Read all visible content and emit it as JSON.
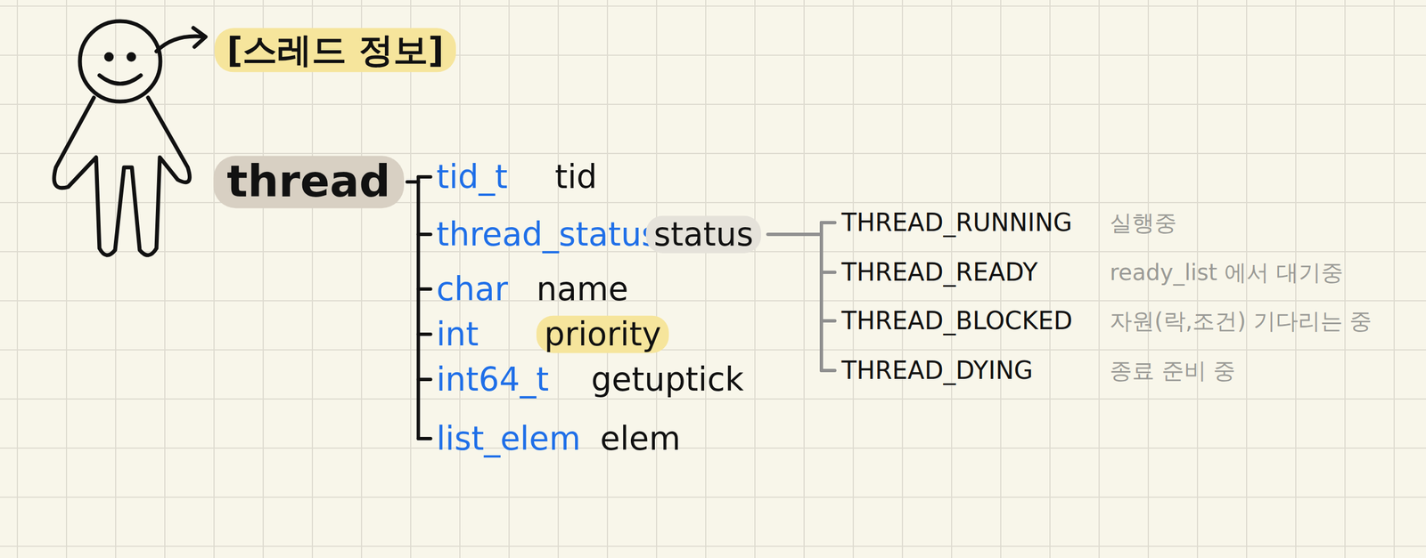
{
  "diagram": {
    "title": "[스레드 정보]",
    "nodes": [
      {
        "text": [
          "thread"
        ]
      }
    ],
    "labels": [
      "tid_t",
      "tid",
      "thread_status",
      "status",
      "char",
      "name",
      "int",
      "priority",
      "int64_t",
      "getuptick",
      "list_elem",
      "elem",
      "THREAD_RUNNING",
      "실행중",
      "THREAD_READY",
      "ready_list 에서 대기중",
      "THREAD_BLOCKED",
      "자원(락,조건) 기다리는 중",
      "THREAD_DYING",
      "종료 준비 중"
    ]
  }
}
